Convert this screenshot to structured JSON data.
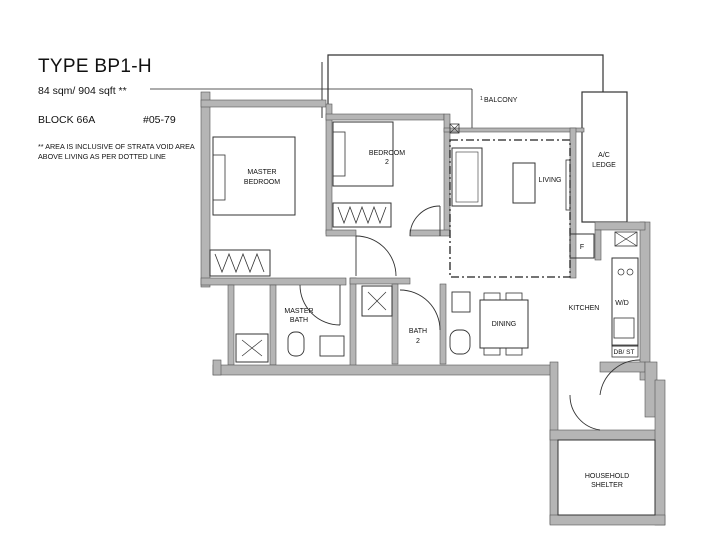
{
  "header": {
    "title": "TYPE BP1-H",
    "area": "84 sqm/ 904 sqft **",
    "block": "BLOCK 66A",
    "unit": "#05-79",
    "note": "** AREA IS INCLUSIVE OF STRATA VOID AREA ABOVE LIVING AS PER DOTTED LINE"
  },
  "rooms": {
    "balcony_mark": "1",
    "balcony": "BALCONY",
    "ac_ledge_1": "A/C",
    "ac_ledge_2": "LEDGE",
    "master_bedroom_1": "MASTER",
    "master_bedroom_2": "BEDROOM",
    "bedroom2_1": "BEDROOM",
    "bedroom2_2": "2",
    "living": "LIVING",
    "master_bath_1": "MASTER",
    "master_bath_2": "BATH",
    "bath2_1": "BATH",
    "bath2_2": "2",
    "dining": "DINING",
    "kitchen": "KITCHEN",
    "fridge": "F",
    "washer_dryer": "W/D",
    "db_st": "DB/ ST",
    "shelter_1": "HOUSEHOLD",
    "shelter_2": "SHELTER"
  }
}
